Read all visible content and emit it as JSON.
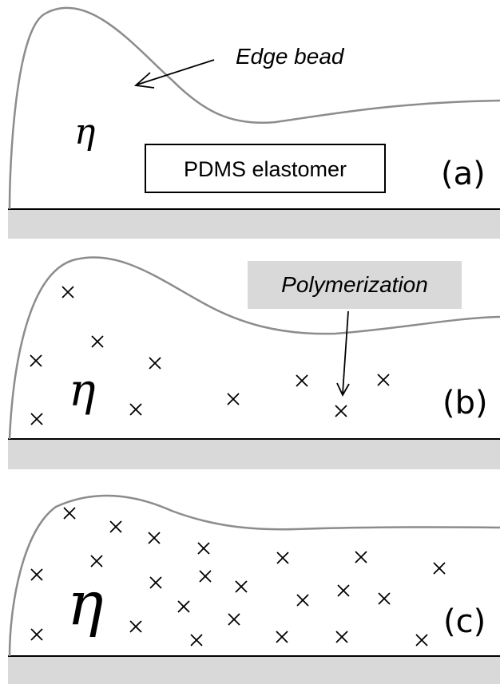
{
  "panels": [
    {
      "id": "a",
      "label": "(a)",
      "symbol": "η",
      "material_label": "PDMS elastomer",
      "annotation": "Edge bead"
    },
    {
      "id": "b",
      "label": "(b)",
      "symbol": "η",
      "annotation": "Polymerization"
    },
    {
      "id": "c",
      "label": "(c)",
      "symbol": "η"
    }
  ],
  "colors": {
    "profile_line": "#8c8c8c",
    "substrate": "#d9d9d9",
    "annotation_box": "#d9d9d9"
  }
}
